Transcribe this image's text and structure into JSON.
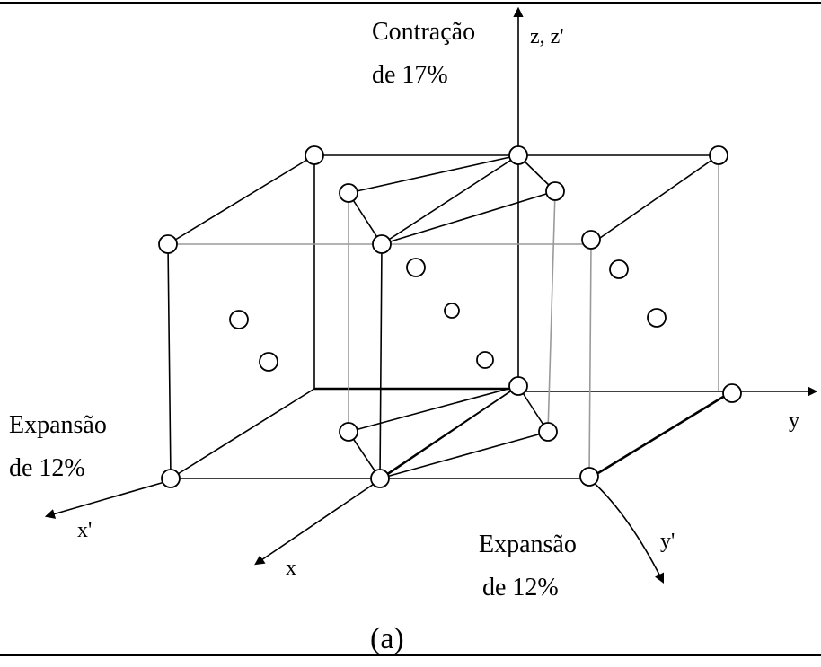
{
  "labels": {
    "contraction_line1": "Contração",
    "contraction_line2": "de 17%",
    "axis_z": "z, z'",
    "axis_y": "y",
    "axis_y_prime": "y'",
    "axis_x": "x",
    "axis_x_prime": "x'",
    "expansion_left_line1": "Expansão",
    "expansion_left_line2": "de 12%",
    "expansion_bottom_line1": "Expansão",
    "expansion_bottom_line2": "de 12%",
    "caption": "(a)"
  }
}
